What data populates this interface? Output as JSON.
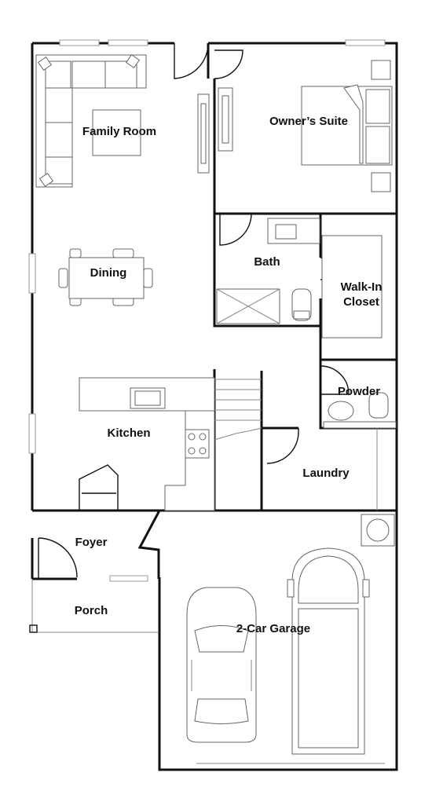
{
  "rooms": {
    "family_room": "Family Room",
    "owners_suite": "Owner’s Suite",
    "dining": "Dining",
    "bath": "Bath",
    "walk_in_closet_line1": "Walk-In",
    "walk_in_closet_line2": "Closet",
    "powder": "Powder",
    "kitchen": "Kitchen",
    "laundry": "Laundry",
    "foyer": "Foyer",
    "porch": "Porch",
    "garage": "2-Car Garage"
  }
}
